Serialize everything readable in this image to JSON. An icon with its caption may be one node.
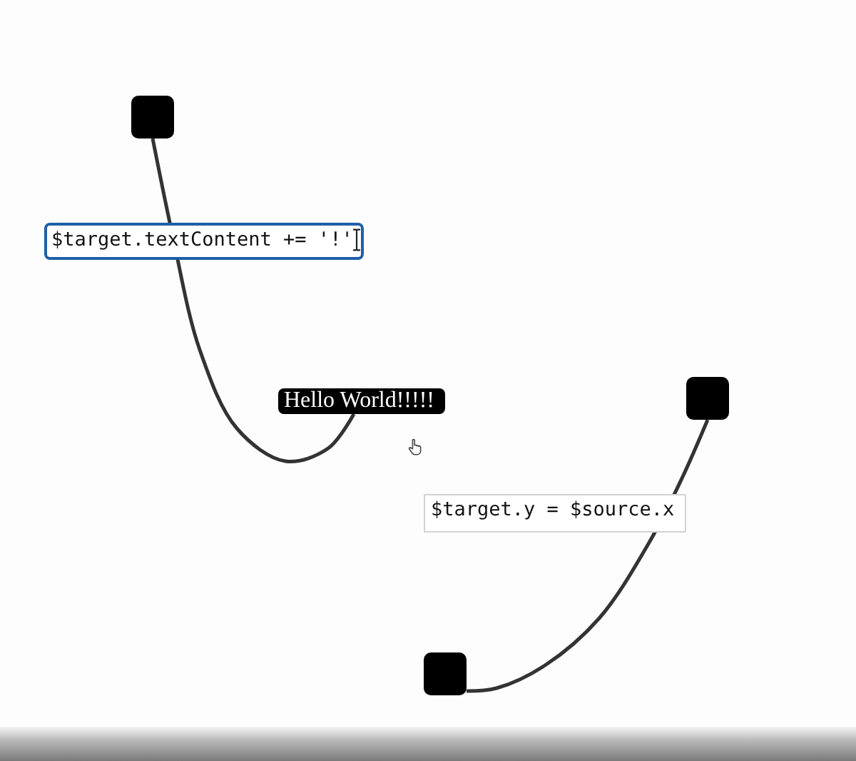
{
  "diagram": {
    "nodes": [
      {
        "text": [],
        "shape": "box"
      },
      {
        "text": [
          "Hello World!!!!!"
        ]
      },
      {
        "text": [],
        "shape": "box"
      },
      {
        "text": [],
        "shape": "box"
      }
    ],
    "edges": [
      {
        "from": 0,
        "to": 1,
        "arrow": "none",
        "label": "$target.textContent += '!'"
      },
      {
        "from": 2,
        "to": 3,
        "arrow": "none",
        "label": "$target.y = $source.x"
      }
    ]
  }
}
